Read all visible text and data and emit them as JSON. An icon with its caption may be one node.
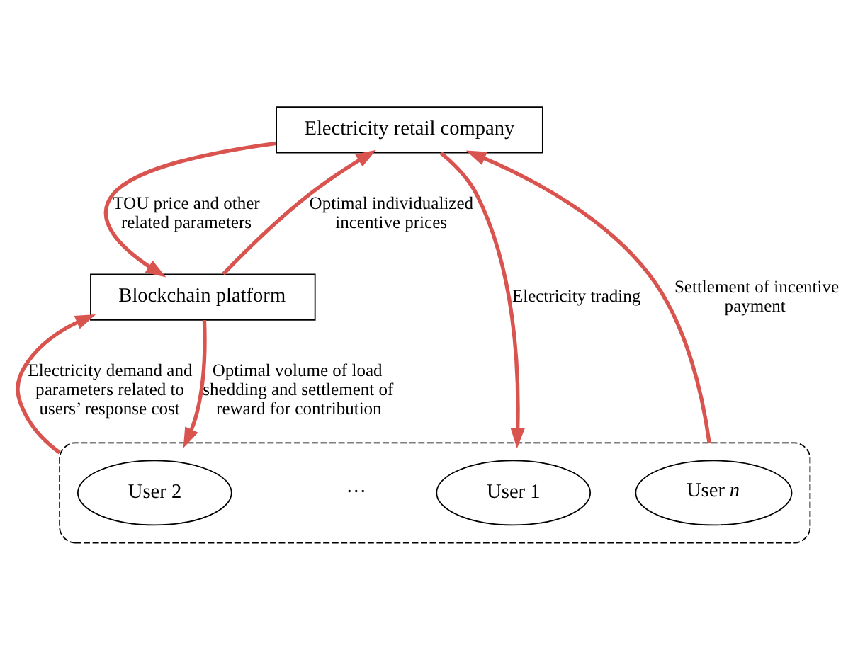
{
  "diagram": {
    "nodes": [
      {
        "text": [
          "Electricity retail company"
        ]
      },
      {
        "text": [
          "Blockchain platform"
        ]
      },
      {
        "text": [],
        "shape": "box"
      },
      {
        "text": [
          "User 1"
        ],
        "in": 2
      },
      {
        "text": [
          "User 2"
        ],
        "in": 2
      },
      {
        "text": [
          "User *n*"
        ],
        "in": 2
      }
    ],
    "edges": [
      {
        "from": 0,
        "to": 2,
        "arrow": "to",
        "label": "Electricity trading"
      },
      {
        "from": 2,
        "to": 0,
        "arrow": "to",
        "label": "Settlement of incentive payment"
      },
      {
        "from": 0,
        "to": 1,
        "arrow": "to",
        "label": "TOU price and other related parameters"
      },
      {
        "from": 1,
        "to": 0,
        "arrow": "to",
        "label": "Optimal individualized incentive prices"
      },
      {
        "from": 2,
        "to": 1,
        "arrow": "to",
        "label": "Electricity demand and parameters related to users’ response cost"
      },
      {
        "from": 1,
        "to": 2,
        "arrow": "to",
        "label": "Optimal volume of load shedding and settlement of reward for contribution"
      }
    ],
    "labels": [
      "···"
    ]
  }
}
